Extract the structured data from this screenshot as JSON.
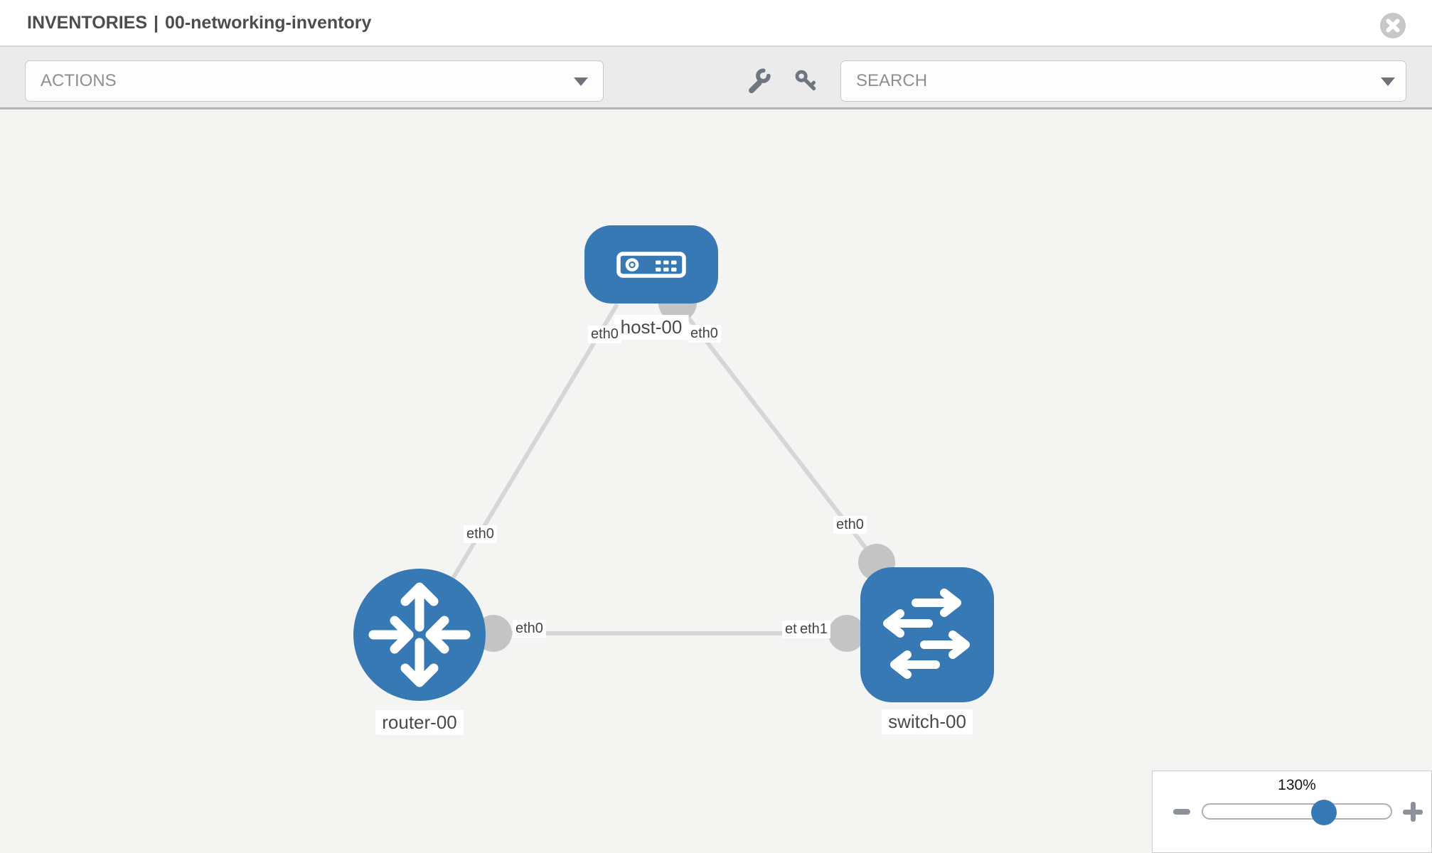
{
  "header": {
    "breadcrumb": "INVENTORIES",
    "separator": "|",
    "inventory_name": "00-networking-inventory"
  },
  "toolbar": {
    "actions_label": "ACTIONS",
    "search_placeholder": "SEARCH"
  },
  "icons": {
    "close": "circle-x",
    "wrench": "wrench",
    "key": "key",
    "actions_caret": "chevron-down",
    "search_caret": "chevron-down",
    "zoom_out": "minus",
    "zoom_in": "plus"
  },
  "colors": {
    "node_blue": "#3779b5",
    "link_gray": "#d6d6d6",
    "port_gray": "#c4c4c4",
    "toolbar_bg": "#ebebeb",
    "canvas_bg": "#f4f4f3"
  },
  "topology": {
    "nodes": [
      {
        "id": "host-00",
        "type": "host",
        "label": "host-00"
      },
      {
        "id": "router-00",
        "type": "router",
        "label": "router-00"
      },
      {
        "id": "switch-00",
        "type": "switch",
        "label": "switch-00"
      }
    ],
    "links": [
      {
        "source": "host-00",
        "target": "router-00",
        "source_interface": "eth0",
        "target_interface": "eth0"
      },
      {
        "source": "host-00",
        "target": "switch-00",
        "source_interface": "eth0",
        "target_interface": "eth0"
      },
      {
        "source": "router-00",
        "target": "switch-00",
        "source_interface": "eth0",
        "target_interface": "eth1"
      }
    ],
    "port_labels": [
      {
        "text": "eth0"
      },
      {
        "text": "eth0"
      },
      {
        "text": "eth0"
      },
      {
        "text": "eth0"
      },
      {
        "text": "eth0"
      },
      {
        "text": "eth0"
      },
      {
        "text": "eth1"
      }
    ]
  },
  "zoom_control": {
    "value": "130%",
    "slider_percent": 64.5
  }
}
